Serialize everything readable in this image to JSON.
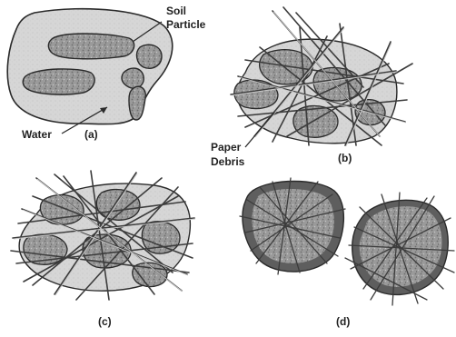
{
  "labels": {
    "soil": "Soil",
    "particle": "Particle",
    "water": "Water",
    "paper": "Paper",
    "debris": "Debris",
    "panel_a": "(a)",
    "panel_b": "(b)",
    "panel_c": "(c)",
    "panel_d": "(d)"
  },
  "colors": {
    "ink": "#2a2a2a",
    "water_fill": "#d9d9d9",
    "particle_fill": "#8f8f8f",
    "fiber": "#4a4a4a",
    "fiber_light": "#bdbdbd"
  }
}
